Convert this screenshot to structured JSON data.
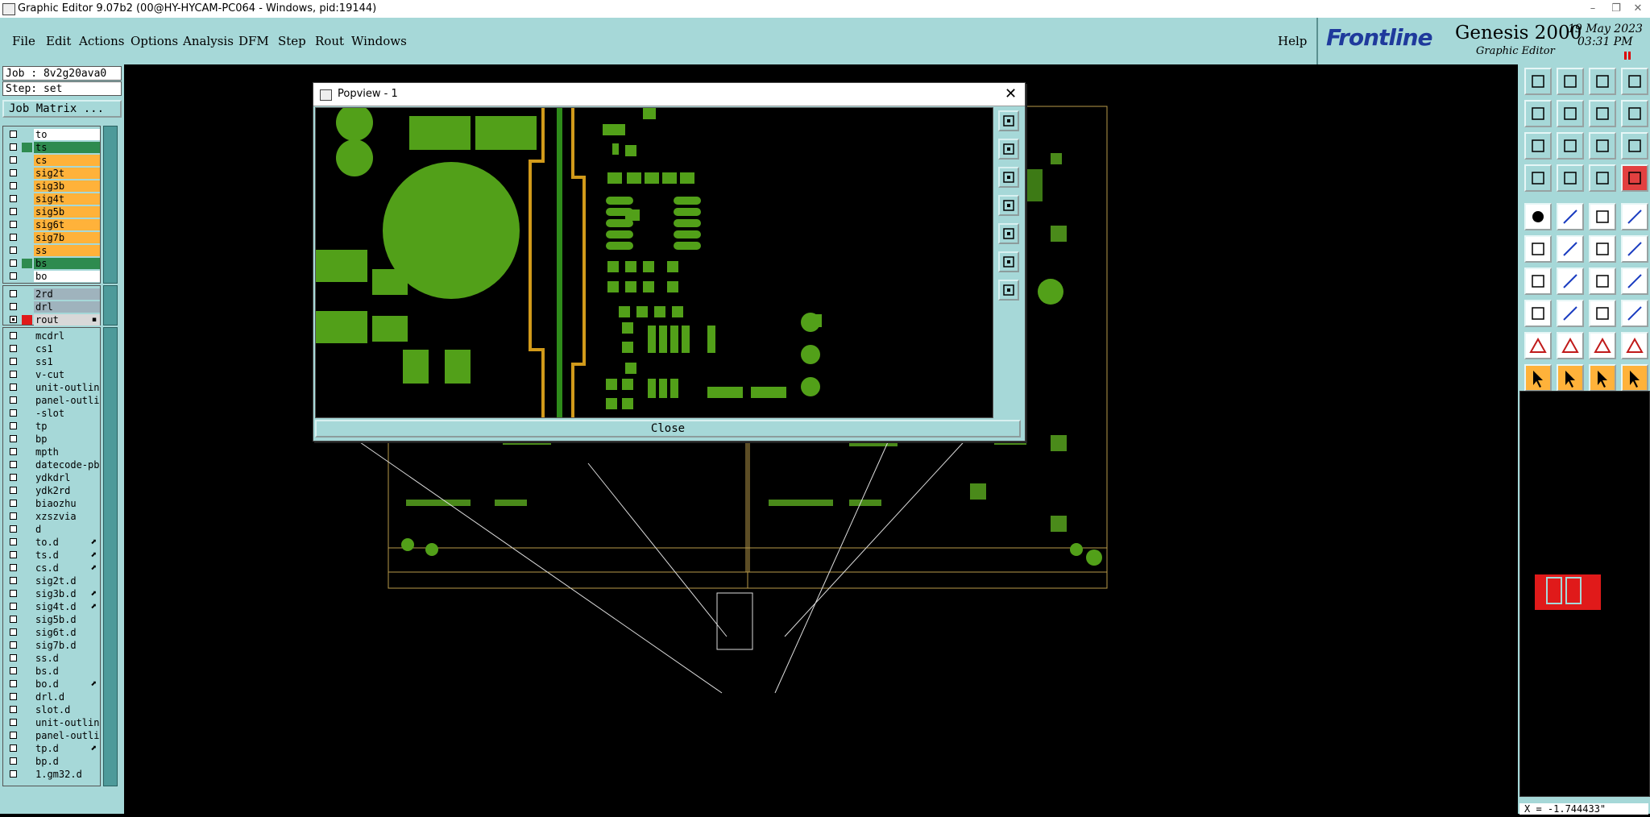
{
  "window": {
    "title": "Graphic Editor 9.07b2 (00@HY-HYCAM-PC064 - Windows, pid:19144)",
    "minimize": "–",
    "restore": "❐",
    "close": "✕"
  },
  "menu": [
    "File",
    "Edit",
    "Actions",
    "Options",
    "Analysis",
    "DFM",
    "Step",
    "Rout",
    "Windows"
  ],
  "help": "Help",
  "logo": {
    "brand": "Frontline",
    "product": "Genesis 2000",
    "subtitle": "Graphic Editor",
    "date": "19 May 2023",
    "time": "03:31 PM"
  },
  "job": {
    "job_label": "Job : 8v2g20ava0",
    "step_label": "Step: set",
    "matrix_button": "Job Matrix ..."
  },
  "layers_board": [
    {
      "name": "to",
      "color": "#ffffff",
      "checked": false
    },
    {
      "name": "ts",
      "color": "#2e8b4f",
      "checked": false
    },
    {
      "name": "cs",
      "color": "#ffb23a",
      "checked": false
    },
    {
      "name": "sig2t",
      "color": "#ffb23a",
      "checked": false
    },
    {
      "name": "sig3b",
      "color": "#ffb23a",
      "checked": false
    },
    {
      "name": "sig4t",
      "color": "#ffb23a",
      "checked": false
    },
    {
      "name": "sig5b",
      "color": "#ffb23a",
      "checked": false
    },
    {
      "name": "sig6t",
      "color": "#ffb23a",
      "checked": false
    },
    {
      "name": "sig7b",
      "color": "#ffb23a",
      "checked": false
    },
    {
      "name": "ss",
      "color": "#ffb23a",
      "checked": false
    },
    {
      "name": "bs",
      "color": "#2e8b4f",
      "checked": false
    },
    {
      "name": "bo",
      "color": "#ffffff",
      "checked": false
    }
  ],
  "layers_drill": [
    {
      "name": "2rd",
      "color": "#9fb3bd",
      "checked": false,
      "swatch": "#a6d8d8"
    },
    {
      "name": "drl",
      "color": "#9fb3bd",
      "checked": false,
      "swatch": "#a6d8d8"
    },
    {
      "name": "rout",
      "color": "#d8d8d8",
      "checked": true,
      "swatch": "#e01a1a",
      "marker": "▪"
    }
  ],
  "layers_misc": [
    {
      "name": "mcdrl",
      "marker": ""
    },
    {
      "name": "cs1",
      "marker": ""
    },
    {
      "name": "ss1",
      "marker": ""
    },
    {
      "name": "v-cut",
      "marker": ""
    },
    {
      "name": "unit-outline",
      "marker": ""
    },
    {
      "name": "panel-outline",
      "marker": ""
    },
    {
      "name": "-slot",
      "marker": ""
    },
    {
      "name": "tp",
      "marker": ""
    },
    {
      "name": "bp",
      "marker": ""
    },
    {
      "name": "mpth",
      "marker": ""
    },
    {
      "name": "datecode-pbc",
      "marker": ""
    },
    {
      "name": "ydkdrl",
      "marker": ""
    },
    {
      "name": "ydk2rd",
      "marker": ""
    },
    {
      "name": "biaozhu",
      "marker": ""
    },
    {
      "name": "xzszvia",
      "marker": ""
    },
    {
      "name": "d",
      "marker": ""
    },
    {
      "name": "to.d",
      "marker": "⬈"
    },
    {
      "name": "ts.d",
      "marker": "⬈"
    },
    {
      "name": "cs.d",
      "marker": "⬈"
    },
    {
      "name": "sig2t.d",
      "marker": ""
    },
    {
      "name": "sig3b.d",
      "marker": "⬈"
    },
    {
      "name": "sig4t.d",
      "marker": "⬈"
    },
    {
      "name": "sig5b.d",
      "marker": ""
    },
    {
      "name": "sig6t.d",
      "marker": ""
    },
    {
      "name": "sig7b.d",
      "marker": ""
    },
    {
      "name": "ss.d",
      "marker": ""
    },
    {
      "name": "bs.d",
      "marker": ""
    },
    {
      "name": "bo.d",
      "marker": "⬈"
    },
    {
      "name": "drl.d",
      "marker": ""
    },
    {
      "name": "slot.d",
      "marker": ""
    },
    {
      "name": "unit-outline",
      "marker": ""
    },
    {
      "name": "panel-outline",
      "marker": ""
    },
    {
      "name": "tp.d",
      "marker": "⬈"
    },
    {
      "name": "bp.d",
      "marker": ""
    },
    {
      "name": "1.gm32.d",
      "marker": ""
    }
  ],
  "popview": {
    "title": "Popview - 1",
    "close_x": "✕",
    "close_button": "Close",
    "side_tools": [
      "zoom-fit-icon",
      "zoom-home-icon",
      "zoom-in-icon",
      "zoom-out-icon",
      "zoom-window-icon",
      "pan-icon",
      "center-icon"
    ]
  },
  "toolbox": {
    "row_icons": [
      [
        "load-icon",
        "save-icon",
        "home-icon",
        "grid-icon"
      ],
      [
        "import-icon",
        "export-icon",
        "snapshot-icon",
        "route-icon"
      ],
      [
        "zoom-fit-icon",
        "pan-icon",
        "scale-icon",
        "help-icon"
      ],
      [
        "measure-icon",
        "grid-toggle-icon",
        "layer-toggle-icon",
        "layer-toggle-red-icon"
      ],
      [
        "pad-icon",
        "line-icon",
        "dash-icon",
        "dot-icon"
      ],
      [
        "net-icon",
        "cross-icon",
        "move-icon",
        "arc-icon"
      ],
      [
        "angle-icon",
        "slash-icon",
        "undo-arc-icon",
        "flip-icon"
      ],
      [
        "select-box-icon",
        "hline-icon",
        "stretch-icon",
        "copy-icon"
      ],
      [
        "triangle-icon",
        "peak-icon",
        "trapezoid-icon",
        "bridge-icon"
      ],
      [
        "pointer-icon",
        "pointer-plus-icon",
        "pointer-edit-icon",
        "pointer-measure-icon"
      ]
    ],
    "row_styles": [
      [
        "n",
        "n",
        "n",
        "n"
      ],
      [
        "n",
        "n",
        "n",
        "n"
      ],
      [
        "n",
        "n",
        "n",
        "n"
      ],
      [
        "n",
        "n",
        "n",
        "redb"
      ],
      [
        "white",
        "white",
        "white",
        "white"
      ],
      [
        "white",
        "white",
        "white",
        "white"
      ],
      [
        "white",
        "white",
        "white",
        "white"
      ],
      [
        "white",
        "white",
        "white",
        "white"
      ],
      [
        "white",
        "white",
        "white",
        "white"
      ],
      [
        "orange",
        "orange",
        "orange",
        "orange"
      ]
    ]
  },
  "status": {
    "coord": "X = -1.744433\""
  }
}
